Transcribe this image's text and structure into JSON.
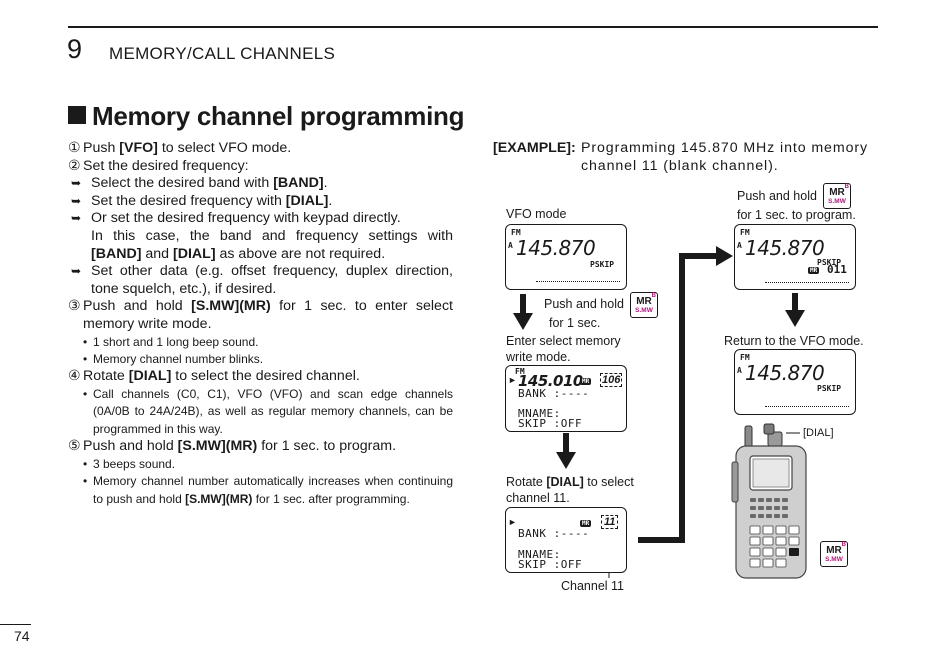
{
  "header": {
    "chapter_number": "9",
    "chapter_title": "MEMORY/CALL CHANNELS"
  },
  "section": {
    "title": "Memory channel programming"
  },
  "steps": {
    "s1": {
      "num": "①",
      "pre": "Push ",
      "key": "[VFO]",
      "post": " to select VFO mode."
    },
    "s2": {
      "num": "②",
      "text": "Set the desired frequency:",
      "sub1": {
        "pre": "Select the desired band with ",
        "key": "[BAND]",
        "post": "."
      },
      "sub2": {
        "pre": "Set the desired frequency with ",
        "key": "[DIAL]",
        "post": "."
      },
      "sub3": {
        "line1": "Or set the desired frequency with keypad directly.",
        "line2": "In this case, the band and frequency settings with",
        "key1": "[BAND]",
        "mid": " and ",
        "key2": "[DIAL]",
        "post": " as above are not required."
      },
      "sub4": "Set other data (e.g. offset frequency, duplex direction, tone squelch, etc.), if desired."
    },
    "s3": {
      "num": "③",
      "pre": "Push and hold ",
      "key": "[S.MW](MR)",
      "post": " for 1 sec. to enter select memory write mode.",
      "b1": "1 short and 1 long beep sound.",
      "b2": "Memory channel number blinks."
    },
    "s4": {
      "num": "④",
      "pre": "Rotate ",
      "key": "[DIAL]",
      "post": " to select the desired channel.",
      "b1": "Call channels (C0, C1), VFO (VFO) and scan edge channels (0A/0B to 24A/24B), as well as regular memory channels, can be programmed in this way."
    },
    "s5": {
      "num": "⑤",
      "pre": "Push and hold ",
      "key": "[S.MW](MR)",
      "post": " for 1 sec. to program.",
      "b1": "3 beeps sound.",
      "b2_pre": "Memory channel number automatically increases when continuing to push and hold ",
      "b2_key": "[S.MW](MR)",
      "b2_post": " for 1 sec. after programming."
    }
  },
  "example": {
    "label": "[EXAMPLE]:",
    "text": "Programming 145.870 MHz into memory channel 11 (blank channel).",
    "vfo_mode_label": "VFO mode",
    "push_hold_1": "Push and hold",
    "for_1_sec": "for 1 sec.",
    "enter_select_1": "Enter select memory",
    "enter_select_2": "write mode.",
    "rotate_pre": "Rotate ",
    "rotate_key": "[DIAL]",
    "rotate_post": " to select",
    "channel_11_line": "channel 11.",
    "channel_11_callout": "Channel 11",
    "push_hold_2": "Push and hold",
    "for_1_sec_program": "for 1 sec. to program.",
    "return_vfo": "Return to the VFO mode.",
    "dial_label": "[DIAL]"
  },
  "displays": {
    "d1": {
      "fm": "FM",
      "a": "A",
      "freq": "145.870",
      "pskip": "PSKIP"
    },
    "d2": {
      "fm": "FM",
      "freq": "145.010",
      "mr": "MR",
      "ch": "106",
      "bank": "BANK :----",
      "mname": "MNAME:",
      "skip": "SKIP :OFF"
    },
    "d3": {
      "mr": "MR",
      "ch": "11",
      "bank": "BANK :----",
      "mname": "MNAME:",
      "skip": "SKIP :OFF"
    },
    "d4": {
      "fm": "FM",
      "a": "A",
      "freq": "145.870",
      "pskip": "PSKIP",
      "mr": "MR",
      "ch": "011"
    },
    "d5": {
      "fm": "FM",
      "a": "A",
      "freq": "145.870",
      "pskip": "PSKIP"
    }
  },
  "keys": {
    "mr": "MR",
    "smw": "S.MW",
    "b": "B"
  },
  "footer": {
    "page_number": "74"
  }
}
